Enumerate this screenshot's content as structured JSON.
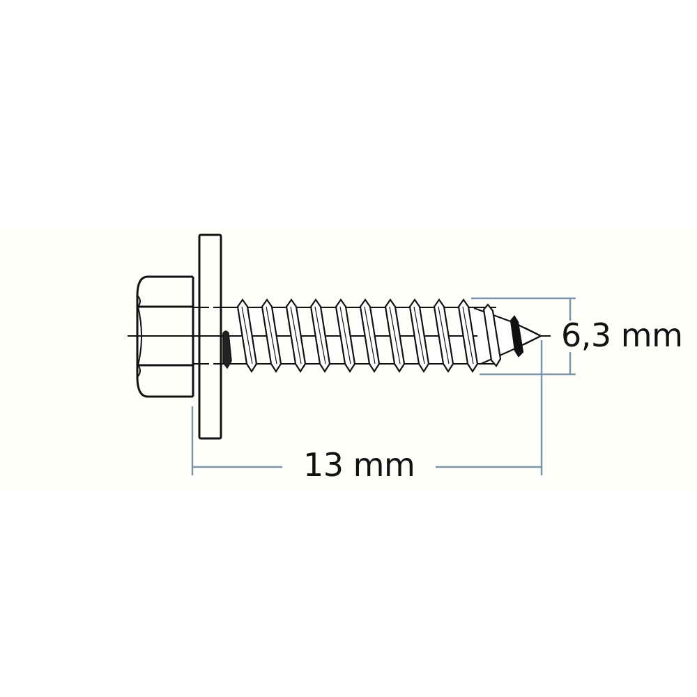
{
  "diagram": {
    "subject": "Hex head self-tapping screw with washer",
    "colors": {
      "outline": "#111111",
      "dimension_line": "#7b94ab",
      "background": "#ffffff",
      "label": "#111111"
    },
    "dimensions": {
      "diameter": {
        "label": "6,3 mm",
        "value": 6.3,
        "unit": "mm"
      },
      "length": {
        "label": "13 mm",
        "value": 13,
        "unit": "mm"
      }
    },
    "parts": [
      "hex-head",
      "washer",
      "threaded-shank",
      "pointed-tip"
    ]
  }
}
